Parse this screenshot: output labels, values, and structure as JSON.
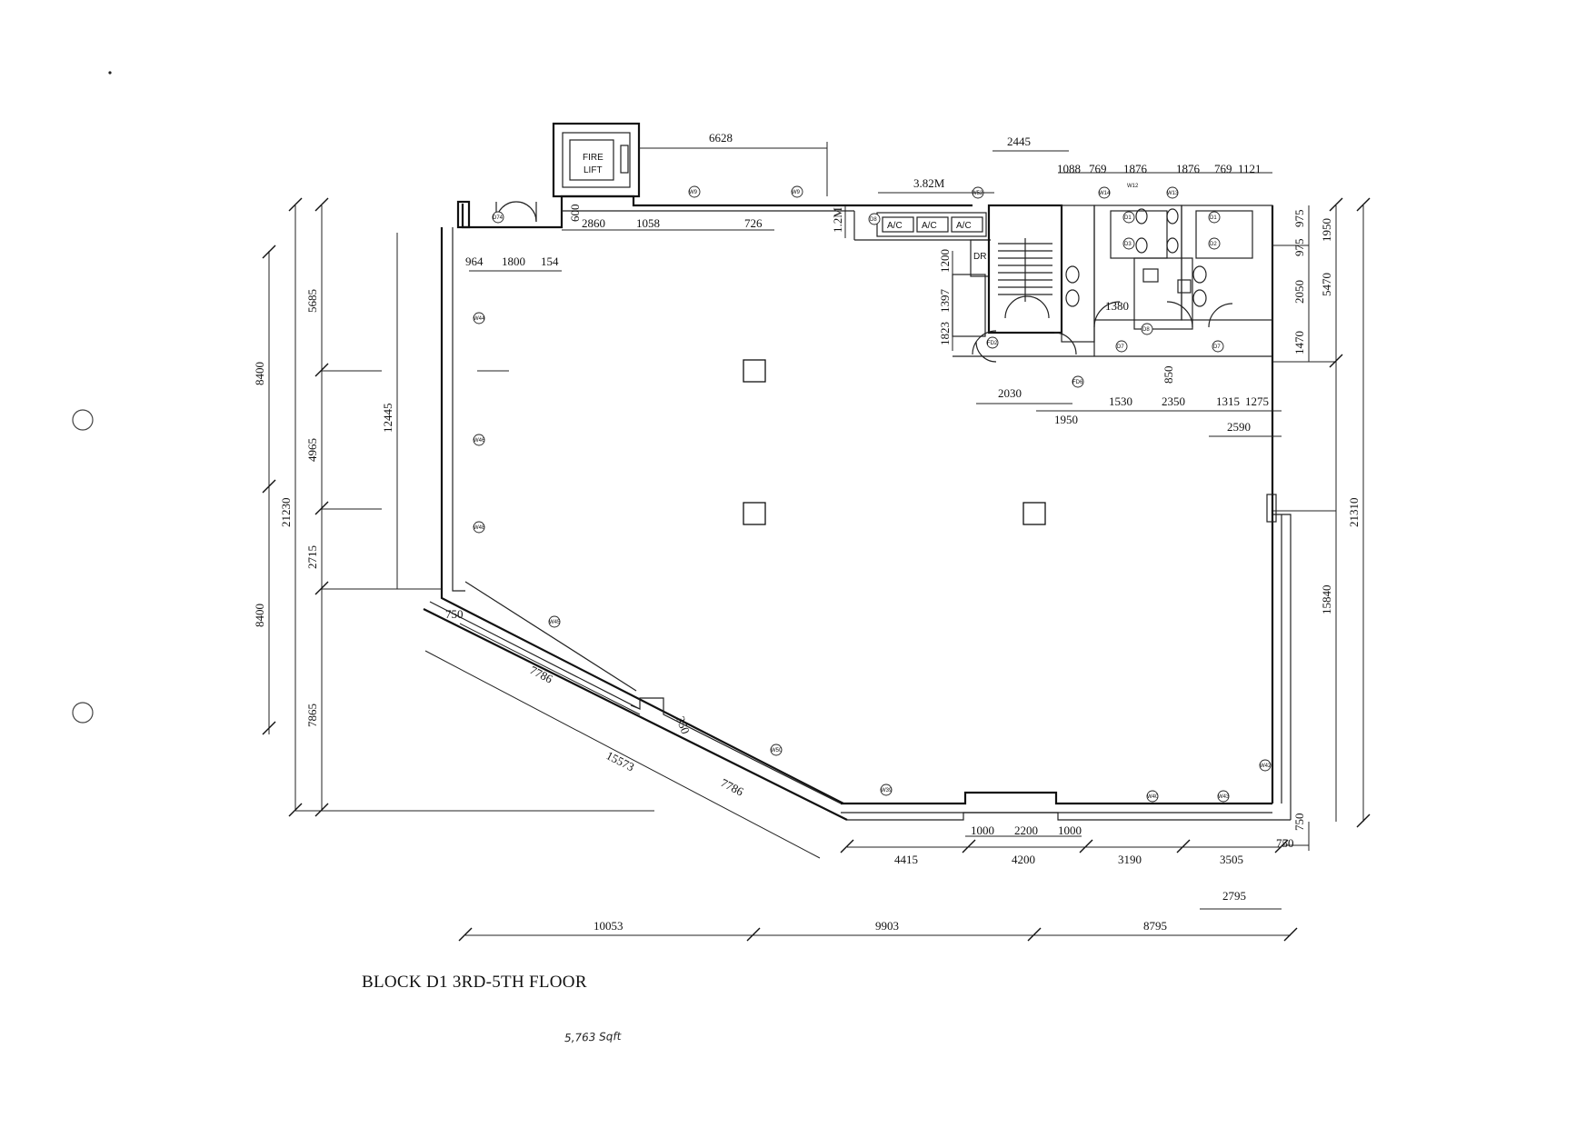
{
  "drawing": {
    "title": "BLOCK D1 3RD-5TH FLOOR",
    "area_note": "5,763 Sqft"
  },
  "rooms": {
    "fire_lift": [
      "FIRE",
      "LIFT"
    ],
    "dr": "DR",
    "ac_units": [
      "A/C",
      "A/C",
      "A/C"
    ]
  },
  "dimensions": {
    "top": [
      "6628",
      "2445",
      "3.82M",
      "1088",
      "769",
      "1876",
      "1876",
      "769",
      "1121",
      "600",
      "2860",
      "1058",
      "726",
      "1.2M",
      "964",
      "1800",
      "154"
    ],
    "left_outer": [
      "8400",
      "21230",
      "8400"
    ],
    "left_inner": [
      "5685",
      "4965",
      "2715",
      "7865"
    ],
    "left_side": [
      "12445"
    ],
    "core": [
      "1200",
      "1397",
      "1823",
      "2030",
      "1950",
      "1530",
      "2350",
      "1315",
      "1275",
      "2590",
      "1380",
      "850"
    ],
    "right": [
      "975",
      "975",
      "1950",
      "2050",
      "5470",
      "1470",
      "21310",
      "15840",
      "750"
    ],
    "diagonal": [
      "750",
      "7786",
      "15573",
      "7786",
      "350"
    ],
    "bottom_inner": [
      "1000",
      "2200",
      "1000",
      "750"
    ],
    "bottom_mid": [
      "4415",
      "4200",
      "3190",
      "3505"
    ],
    "bottom_small": [
      "2795"
    ],
    "bottom_outer": [
      "10053",
      "9903",
      "8795"
    ]
  },
  "tags": {
    "windows": [
      "W9",
      "W9",
      "W52",
      "W14",
      "W44",
      "W46",
      "W48",
      "W45",
      "W50",
      "W39",
      "W40",
      "W43",
      "W42",
      "D74",
      "D8",
      "D7",
      "D7",
      "D8",
      "D1",
      "D1",
      "D3",
      "D2",
      "FD6",
      "FD2",
      "W12",
      "W13"
    ]
  }
}
